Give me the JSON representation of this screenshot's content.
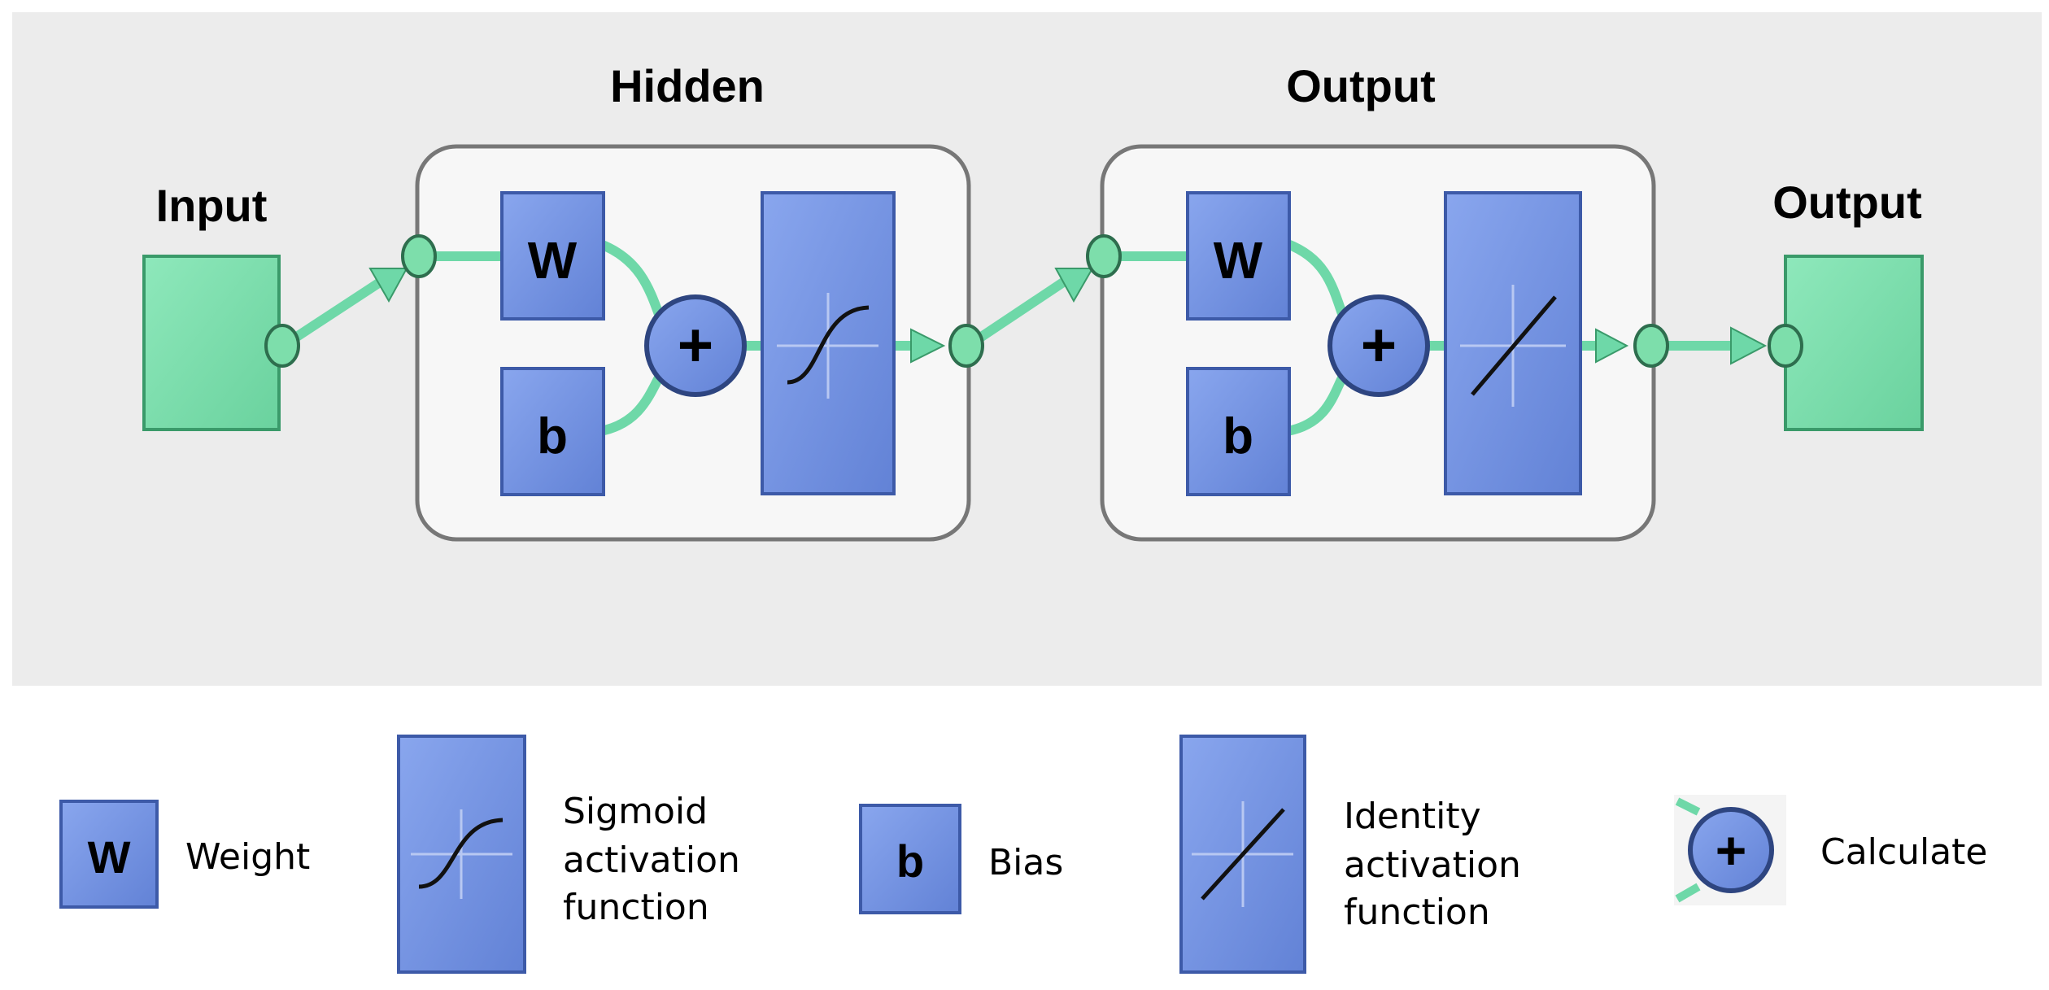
{
  "diagram": {
    "input_label": "Input",
    "hidden_label": "Hidden",
    "output_layer_label": "Output",
    "output_label": "Output",
    "weight_symbol": "W",
    "bias_symbol": "b",
    "plus_symbol": "+"
  },
  "legend": {
    "weight_symbol": "W",
    "weight_label": "Weight",
    "sigmoid_line1": "Sigmoid",
    "sigmoid_line2": "activation",
    "sigmoid_line3": "function",
    "bias_symbol": "b",
    "bias_label": "Bias",
    "identity_line1": "Identity",
    "identity_line2": "activation",
    "identity_line3": "function",
    "plus_symbol": "+",
    "calculate_label": "Calculate"
  },
  "colors": {
    "panel_bg": "#ececec",
    "block_fill": "#6f8fdf",
    "block_stroke": "#3d5aa8",
    "io_fill": "#7ddeab",
    "io_stroke": "#3a9a6a",
    "connector": "#6ed8a8",
    "layer_box": "#f7f7f7"
  }
}
